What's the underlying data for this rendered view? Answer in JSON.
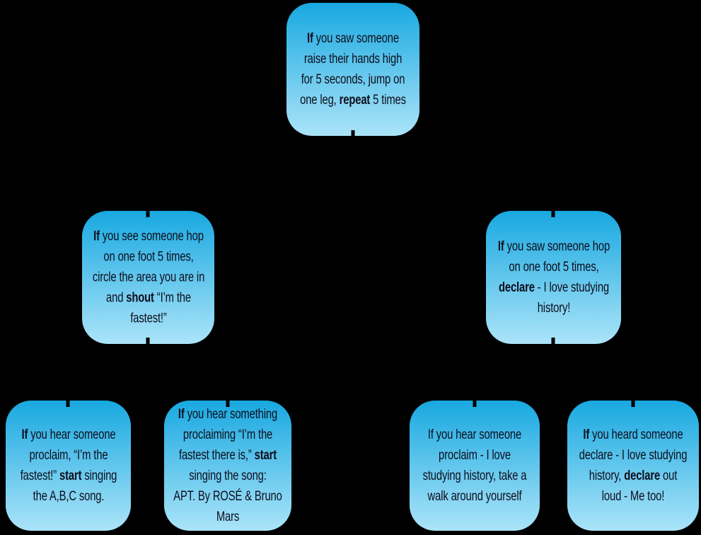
{
  "canvas": {
    "background_color": "#000000"
  },
  "node_style": {
    "gradient_top_color": "#18a8e0",
    "gradient_bottom_color": "#abe4f9",
    "text_color": "#0e0e1c",
    "connector_color": "#000000"
  },
  "nodes": [
    {
      "id": "root",
      "text": "**If** you saw someone\nraise their hands high\nfor 5 seconds, jump on\none leg, **repeat** 5 times"
    },
    {
      "id": "branch-left",
      "text": "**If** you see someone hop\non one foot 5 times,\ncircle the area you are in\nand **shout** “I’m the\nfastest!”"
    },
    {
      "id": "branch-right",
      "text": "**If** you saw someone hop\non one foot 5 times,\n**declare** - I love studying\nhistory!"
    },
    {
      "id": "leaf-left-1",
      "text": "**If** you hear someone\nproclaim, “I’m the\nfastest!” **start** singing\nthe A,B,C song."
    },
    {
      "id": "leaf-left-2",
      "text": "**If** you hear something\nproclaiming “I’m the\nfastest there is,” **start**\nsinging the song:\nAPT. By ROSÉ & Bruno\nMars"
    },
    {
      "id": "leaf-right-1",
      "text": "If you hear someone\nproclaim - I love\nstudying history, take a\nwalk around yourself"
    },
    {
      "id": "leaf-right-2",
      "text": "**If** you heard someone\ndeclare - I love studying\nhistory, **declare** out\nloud - Me too!"
    }
  ]
}
